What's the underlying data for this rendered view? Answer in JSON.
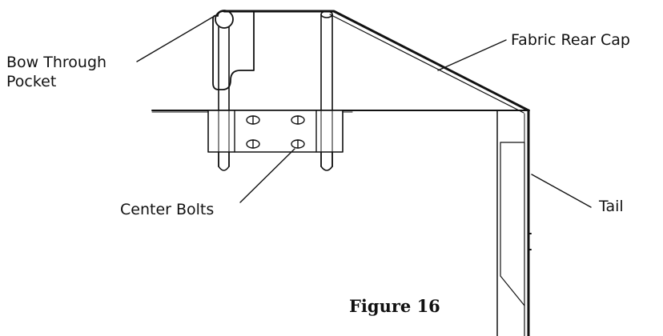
{
  "figure": {
    "caption": "Figure 16",
    "labels": {
      "bow_through_pocket_line1": "Bow Through",
      "bow_through_pocket_line2": "Pocket",
      "fabric_rear_cap": "Fabric Rear Cap",
      "center_bolts": "Center Bolts",
      "tail": "Tail"
    },
    "line_color": "#111111"
  }
}
